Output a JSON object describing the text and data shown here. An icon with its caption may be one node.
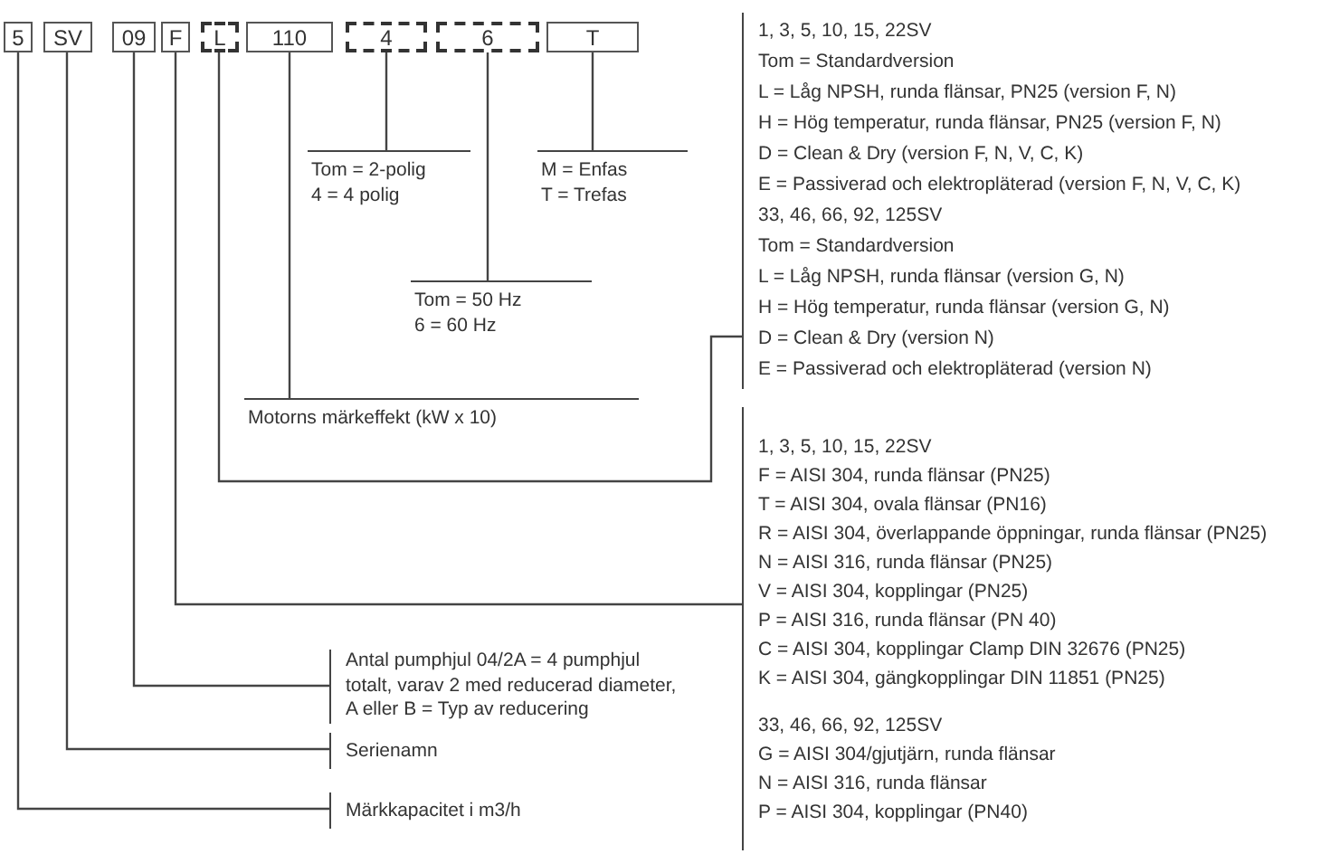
{
  "diagram": {
    "nodes": [
      {
        "text": [
          "5"
        ]
      },
      {
        "text": [
          "SV"
        ]
      },
      {
        "text": [
          "09"
        ]
      },
      {
        "text": [
          "F"
        ]
      },
      {
        "text": [
          "L"
        ]
      },
      {
        "text": [
          "110"
        ]
      },
      {
        "text": [
          "4"
        ]
      },
      {
        "text": [
          "6"
        ]
      },
      {
        "text": [
          "T"
        ]
      },
      {
        "text": [
          "Tom = 2-polig",
          "4 = 4 polig"
        ]
      },
      {
        "text": [
          "M = Enfas",
          "T = Trefas"
        ]
      },
      {
        "text": [
          "Tom = 50 Hz",
          "6 = 60 Hz"
        ]
      },
      {
        "text": [
          "Motorns märkeffekt (kW x 10)"
        ]
      },
      {
        "text": [
          "1, 3, 5, 10, 15, 22SV",
          "Tom = Standardversion",
          "L = Låg NPSH, runda flänsar, PN25 (version F, N)",
          "H = Hög temperatur, runda flänsar, PN25 (version F, N)",
          "D = Clean & Dry (version F, N, V, C, K)",
          "E = Passiverad och elektropläterad (version F, N, V, C, K)",
          "33, 46, 66, 92, 125SV",
          "Tom = Standardversion",
          "L = Låg NPSH, runda flänsar (version G, N)",
          "H = Hög temperatur, runda flänsar (version G, N)",
          "D = Clean & Dry (version N)",
          "E = Passiverad och elektropläterad (version N)"
        ]
      },
      {
        "text": [
          "1, 3, 5, 10, 15, 22SV",
          "F = AISI 304, runda flänsar (PN25)",
          "T = AISI 304, ovala flänsar (PN16)",
          "R = AISI 304, överlappande öppningar, runda flänsar (PN25)",
          "N = AISI 316, runda flänsar (PN25)",
          "V = AISI 304, kopplingar (PN25)",
          "P = AISI 316, runda flänsar (PN 40)",
          "C = AISI 304, kopplingar Clamp DIN 32676 (PN25)",
          "K = AISI 304, gängkopplingar DIN 11851 (PN25)",
          "33, 46, 66, 92, 125SV",
          "G = AISI 304/gjutjärn, runda flänsar",
          "N = AISI 316, runda flänsar",
          "P = AISI 304, kopplingar (PN40)"
        ]
      },
      {
        "text": [
          "Antal pumphjul 04/2A = 4 pumphjul totalt, varav 2 med reducerad diameter,",
          "A eller B = Typ av reducering"
        ]
      },
      {
        "text": [
          "Serienamn"
        ]
      },
      {
        "text": [
          "Märkkapacitet i m3/h"
        ]
      }
    ],
    "edges": [
      {
        "from": 0,
        "to": 17,
        "arrow": "none"
      },
      {
        "from": 1,
        "to": 16,
        "arrow": "none"
      },
      {
        "from": 2,
        "to": 15,
        "arrow": "none"
      },
      {
        "from": 3,
        "to": 14,
        "arrow": "none"
      },
      {
        "from": 4,
        "to": 13,
        "arrow": "none"
      },
      {
        "from": 5,
        "to": 12,
        "arrow": "none"
      },
      {
        "from": 6,
        "to": 9,
        "arrow": "none"
      },
      {
        "from": 7,
        "to": 11,
        "arrow": "none"
      },
      {
        "from": 8,
        "to": 10,
        "arrow": "none"
      }
    ]
  }
}
